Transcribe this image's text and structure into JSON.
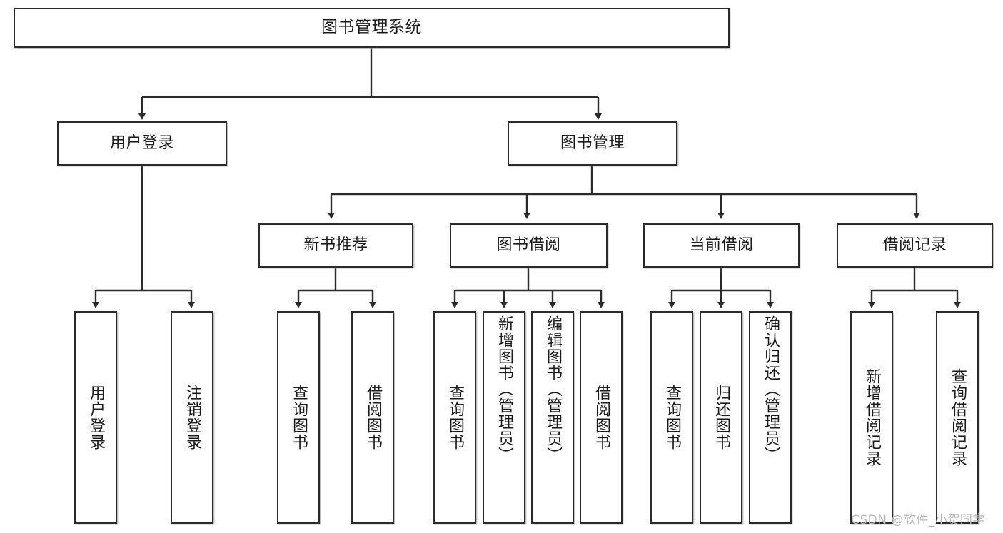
{
  "diagram": {
    "title": "图书管理系统",
    "watermark": "CSDN @软件_小贺同学",
    "line_color": "#2b2b2b",
    "box_fill": "#ffffff",
    "text_color": "#1b1b1b",
    "type": "tree-hierarchy",
    "root": {
      "id": "root",
      "label": "图书管理系统",
      "orientation": "horizontal"
    },
    "level2": [
      {
        "id": "user-login",
        "label": "用户登录",
        "orientation": "horizontal"
      },
      {
        "id": "book-manage",
        "label": "图书管理",
        "orientation": "horizontal"
      }
    ],
    "level3": [
      {
        "id": "new-book-rec",
        "label": "新书推荐",
        "orientation": "horizontal",
        "parent": "book-manage"
      },
      {
        "id": "book-borrow",
        "label": "图书借阅",
        "orientation": "horizontal",
        "parent": "book-manage"
      },
      {
        "id": "current-borrow",
        "label": "当前借阅",
        "orientation": "horizontal",
        "parent": "book-manage"
      },
      {
        "id": "borrow-record",
        "label": "借阅记录",
        "orientation": "horizontal",
        "parent": "book-manage"
      }
    ],
    "leaves": [
      {
        "id": "leaf-user-login",
        "label": "用户登录",
        "parent": "user-login",
        "orientation": "vertical"
      },
      {
        "id": "leaf-user-logout",
        "label": "注销登录",
        "parent": "user-login",
        "orientation": "vertical"
      },
      {
        "id": "leaf-query-book-1",
        "label": "查询图书",
        "parent": "new-book-rec",
        "orientation": "vertical"
      },
      {
        "id": "leaf-borrow-book-1",
        "label": "借阅图书",
        "parent": "new-book-rec",
        "orientation": "vertical"
      },
      {
        "id": "leaf-query-book-2",
        "label": "查询图书",
        "parent": "book-borrow",
        "orientation": "vertical"
      },
      {
        "id": "leaf-add-book",
        "label": "新增图书（管理员）",
        "parent": "book-borrow",
        "orientation": "vertical"
      },
      {
        "id": "leaf-edit-book",
        "label": "编辑图书（管理员）",
        "parent": "book-borrow",
        "orientation": "vertical"
      },
      {
        "id": "leaf-borrow-book-2",
        "label": "借阅图书",
        "parent": "book-borrow",
        "orientation": "vertical"
      },
      {
        "id": "leaf-query-book-3",
        "label": "查询图书",
        "parent": "current-borrow",
        "orientation": "vertical"
      },
      {
        "id": "leaf-return-book",
        "label": "归还图书",
        "parent": "current-borrow",
        "orientation": "vertical"
      },
      {
        "id": "leaf-confirm-return",
        "label": "确认归还（管理员）",
        "parent": "current-borrow",
        "orientation": "vertical"
      },
      {
        "id": "leaf-add-record",
        "label": "新增借阅记录",
        "parent": "borrow-record",
        "orientation": "vertical"
      },
      {
        "id": "leaf-query-record",
        "label": "查询借阅记录",
        "parent": "borrow-record",
        "orientation": "vertical"
      }
    ]
  }
}
